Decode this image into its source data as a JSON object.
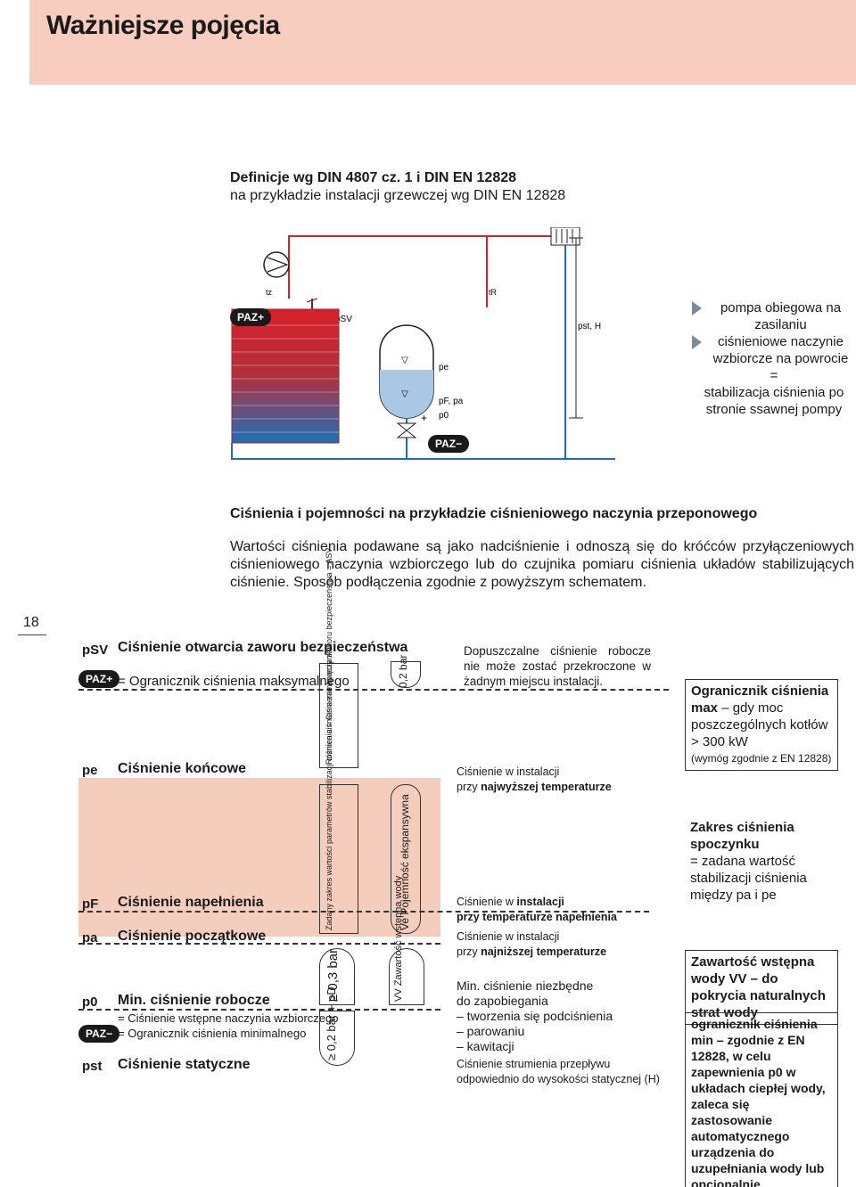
{
  "header": {
    "title": "Ważniejsze pojęcia"
  },
  "intro": {
    "line1": "Definicje wg DIN 4807 cz. 1 i DIN EN 12828",
    "line2": "na przykładzie instalacji grzewczej wg DIN EN 12828"
  },
  "schema": {
    "paz_plus": "PAZ+",
    "paz_minus": "PAZ−",
    "tz": "tz",
    "tr": "tR",
    "psv": "pSV",
    "pe": "pe",
    "pf_pa": "pF, pa",
    "p0": "p0",
    "pst_h": "pst, H"
  },
  "legend": {
    "item1": "pompa obiegowa na zasilaniu",
    "item2": "ciśnieniowe naczynie wzbiorcze na powrocie",
    "eq": "=",
    "item3": "stabilizacja ciśnienia po stronie ssawnej pompy"
  },
  "section": {
    "title": "Ciśnienia i pojemności na przykładzie ciśnieniowego naczynia przeponowego",
    "text": "Wartości ciśnienia podawane są jako nadciśnienie i odnoszą się do króćców przyłączeniowych ciśnieniowego naczynia wzbiorczego lub do czujnika pomiaru ciśnienia układów stabilizujących ciśnienie. Sposób podłączenia zgodnie z powyższym schematem."
  },
  "page_number": "18",
  "rows": {
    "psv_label": "pSV",
    "psv_desc": "Ciśnienie otwarcia zaworu bezpieczeństwa",
    "paz_plus_desc": "= Ogranicznik ciśnienia maksymalnego",
    "pe_label": "pe",
    "pe_desc": "Ciśnienie końcowe",
    "pf_label": "pF",
    "pf_desc": "Ciśnienie napełnienia",
    "pa_label": "pa",
    "pa_desc": "Ciśnienie początkowe",
    "p0_label": "p0",
    "p0_desc": "Min. ciśnienie robocze",
    "p0_sub1": "= Ciśnienie wstępne naczynia wzbiorczego",
    "p0_sub2": "= Ogranicznik ciśnienia minimalnego",
    "pst_label": "pst",
    "pst_desc": "Ciśnienie statyczne"
  },
  "vertical": {
    "diff": "Różnica ciśnienia zamknięcia zaworu bezpieczeństwa = ASV",
    "bar02": "0,2 bar",
    "zakres": "Zadany zakres wartości parametrów stabilizacji ciśnienia = Ciśnienie spoczynku",
    "ve": "Ve Pojemność ekspansywna",
    "ge03": "≥ 0,3 bar",
    "vv": "VV Zawartość wstępna wody",
    "ge02": "≥ 0,2 bar + pD"
  },
  "notes": {
    "n1": "Dopuszczalne ciśnienie robocze nie może zostać przekroczone w żadnym miejscu instalacji.",
    "n2a": "Ciśnienie w instalacji",
    "n2b_pre": "przy ",
    "n2b_bold": "najwyższej temperaturze",
    "n3a_pre": "Ciśnienie w ",
    "n3a_bold": "instalacji",
    "n3b": "przy temperaturze napełnienia",
    "n4a": "Ciśnienie w instalacji",
    "n4b_pre": "przy ",
    "n4b_bold": "najniższej temperaturze",
    "n5a": "Min. ciśnienie niezbędne",
    "n5b": "do zapobiegania",
    "n5c": "– tworzenia się podciśnienia",
    "n5d": "– parowaniu",
    "n5e": "– kawitacji",
    "n6a": "Ciśnienie strumienia przepływu",
    "n6b": "odpowiednio do wysokości statycznej (H)"
  },
  "right_boxes": {
    "b1_title": "Ogranicznik ciśnienia",
    "b1_bold": "max",
    "b1_rest": " – gdy moc poszczególnych kotłów > 300 kW",
    "b1_note": "(wymóg zgodnie z EN 12828)",
    "b2_title": "Zakres ciśnienia spoczynku",
    "b2_rest": "= zadana wartość stabilizacji ciśnienia między pa i pe",
    "b3": "Zawartość wstępna wody VV – do pokrycia naturalnych strat wody",
    "b4": "ogranicznik ciśnienia min – zgodnie z EN 12828, w celu zapewnienia p0 w układach ciepłej wody, zaleca się zastosowanie automatycznego urządzenia do uzupełniania wody lub opcjonalnie ogranicznika ciśnienia min."
  },
  "colors": {
    "header_band": "#f6cdbf",
    "pink_zone": "#f5cdbd",
    "pipe_red": "#d8202a",
    "pipe_blue": "#1f6fb8",
    "water_blue": "#a8c8e6",
    "tri_grey": "#7b8c96"
  }
}
